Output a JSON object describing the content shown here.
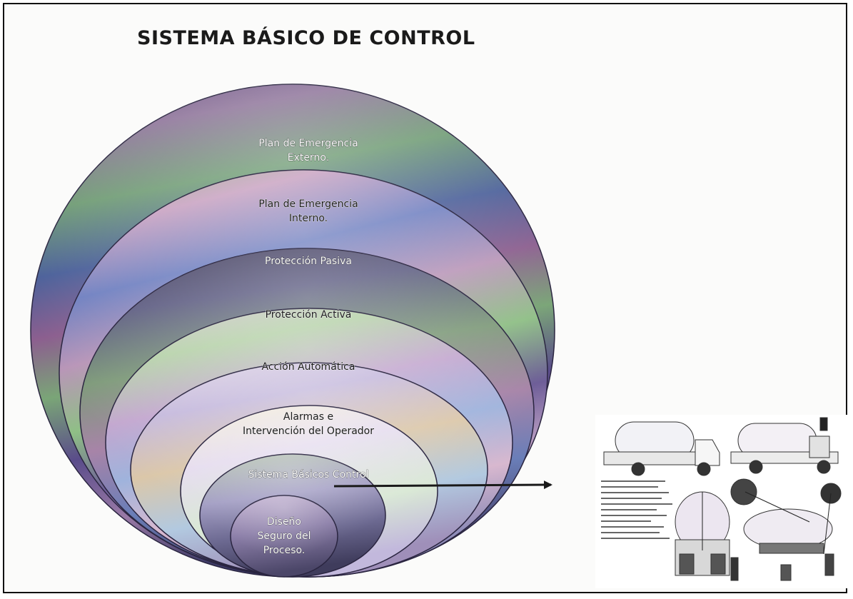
{
  "title": "SISTEMA BÁSICO DE CONTROL",
  "layers": [
    {
      "lines": [
        "Plan de Emergencia",
        "Externo."
      ]
    },
    {
      "lines": [
        "Plan de Emergencia",
        "Interno."
      ]
    },
    {
      "lines": [
        "Protección Pasiva"
      ]
    },
    {
      "lines": [
        "Protección Activa"
      ]
    },
    {
      "lines": [
        "Acción Automática"
      ]
    },
    {
      "lines": [
        "Alarmas e",
        "Intervención del Operador"
      ]
    },
    {
      "lines": [
        "Sistema Básicos Control"
      ]
    },
    {
      "lines": [
        "Diseño",
        "Seguro del",
        "Proceso."
      ]
    }
  ],
  "colors": {
    "purple": "#6a4a86",
    "green": "#7fae72",
    "blue": "#4d6fb0",
    "pink": "#c98ab5",
    "yellow": "#cdbf6a",
    "dark": "#3a3350"
  },
  "image_panel": {
    "description_icon": "lpg-tank-truck-diagrams"
  }
}
